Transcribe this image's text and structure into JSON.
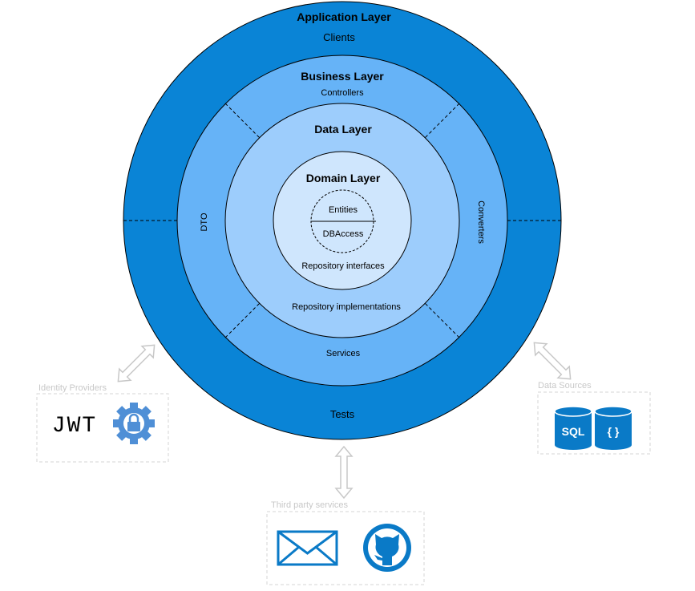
{
  "layers": {
    "application": {
      "title": "Application Layer",
      "top_label": "Clients",
      "bottom_label": "Tests",
      "color": "#0a84d6"
    },
    "business": {
      "title": "Business Layer",
      "top_label": "Controllers",
      "left_label": "DTO",
      "right_label": "Converters",
      "bottom_label": "Services",
      "color": "#66b3f7"
    },
    "data": {
      "title": "Data Layer",
      "bottom_label": "Repository implementations",
      "color": "#9dcdfc"
    },
    "domain": {
      "title": "Domain Layer",
      "inner_top": "Entities",
      "inner_bottom": "DBAccess",
      "bottom_label": "Repository interfaces",
      "color": "#cfe6fd"
    }
  },
  "external": {
    "identity": {
      "label": "Identity Providers",
      "logo_text": "JWT",
      "icon": "gear-lock-icon"
    },
    "data_sources": {
      "label": "Data Sources",
      "sql": "SQL",
      "json": "{ }",
      "icon": "database-icon"
    },
    "third_party": {
      "label": "Third party services",
      "icons": [
        "mail-icon",
        "github-icon"
      ]
    }
  },
  "colors": {
    "icon_blue": "#0a7ac7",
    "box_border": "#d6d6d6",
    "arrow": "#c8c8c8"
  }
}
